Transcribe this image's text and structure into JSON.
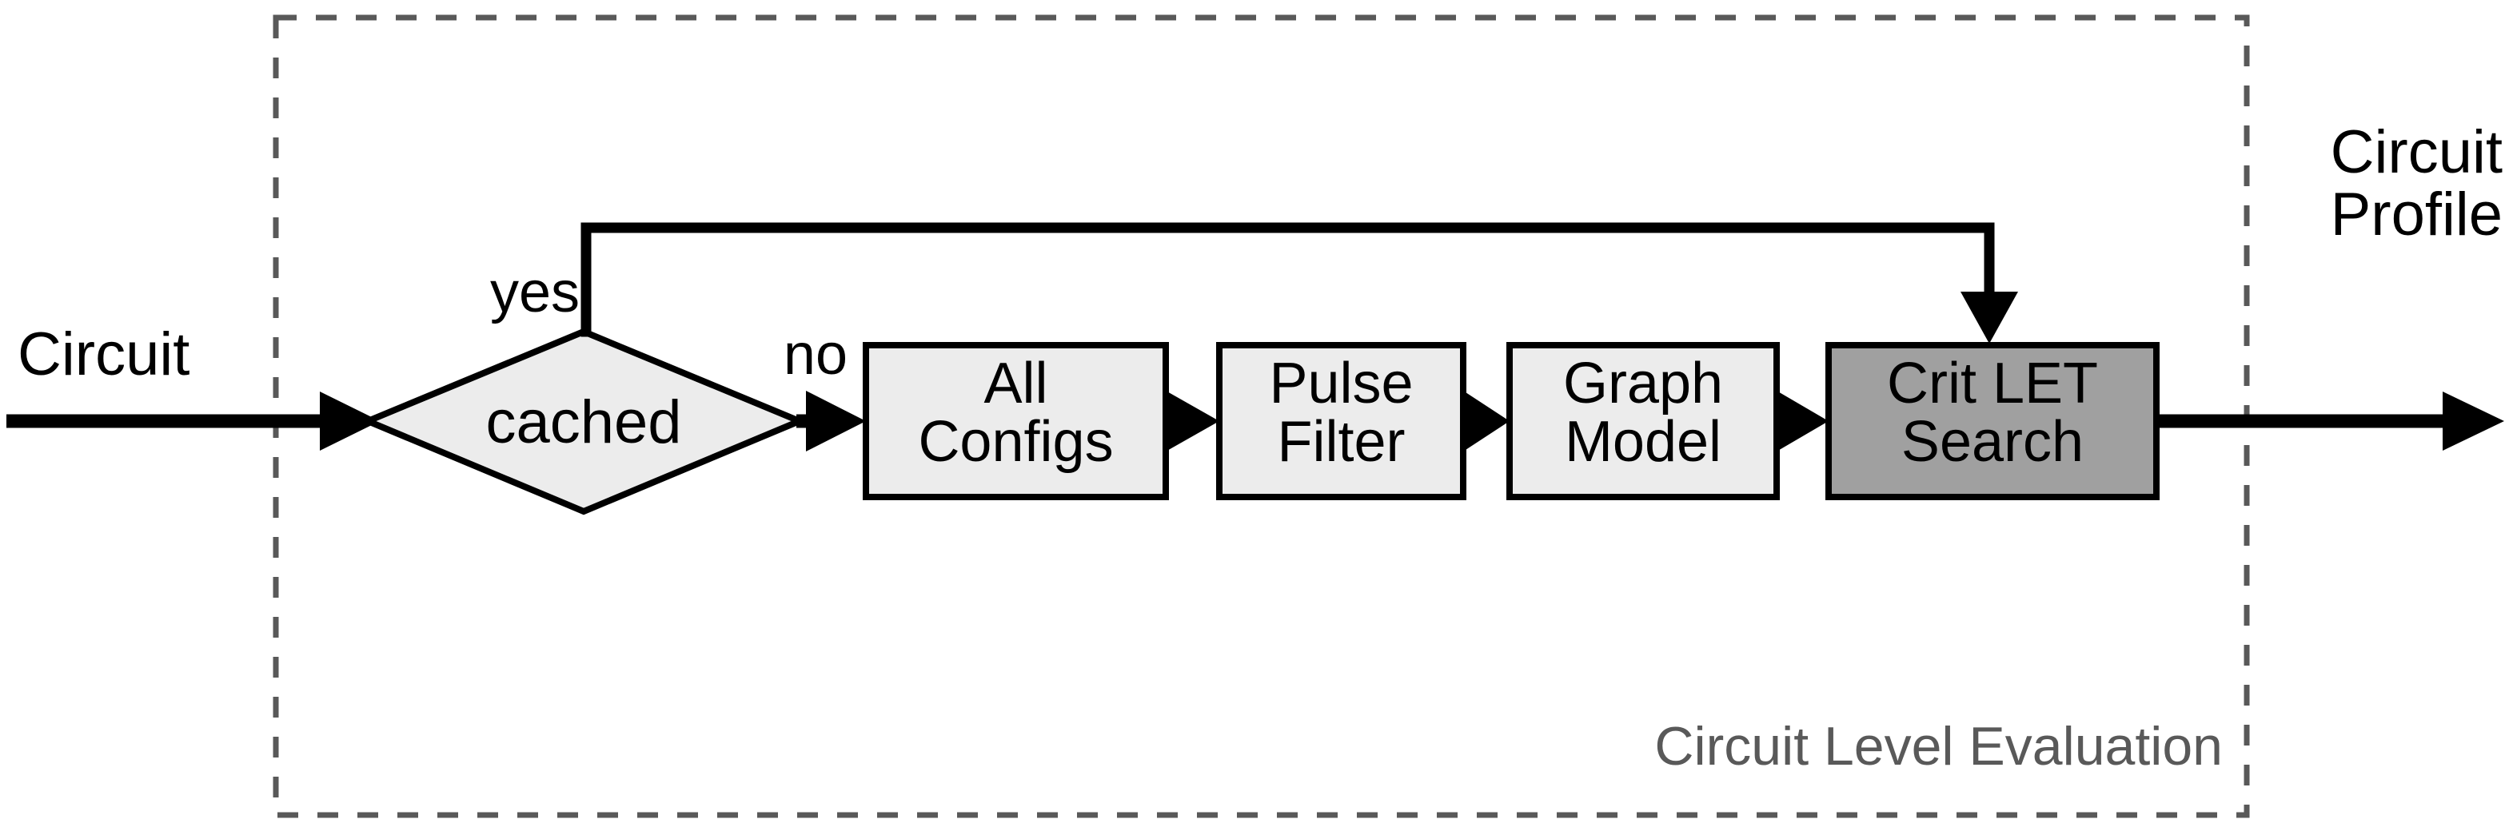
{
  "diagram": {
    "title": "Circuit Level Evaluation",
    "group_box": {
      "label": "Circuit Level Evaluation",
      "border_style": "dashed",
      "border_color": "#595959"
    },
    "colors": {
      "process_fill": "#ececec",
      "highlight_fill": "#a0a0a0",
      "stroke": "#000000",
      "group_stroke": "#595959",
      "group_text": "#595959",
      "canvas": "#ffffff"
    },
    "inputs": [
      {
        "id": "circuit-input",
        "label": "Circuit"
      }
    ],
    "outputs": [
      {
        "id": "circuit-profile-output",
        "label": "Circuit\nProfile"
      }
    ],
    "decision": {
      "id": "cached-decision",
      "label": "cached",
      "shape": "diamond",
      "fill": "#ececec"
    },
    "edge_labels": {
      "yes": "yes",
      "no": "no"
    },
    "nodes": [
      {
        "id": "all-configs",
        "label": "All\nConfigs",
        "shape": "rect",
        "fill": "#ececec"
      },
      {
        "id": "pulse-filter",
        "label": "Pulse\nFilter",
        "shape": "rect",
        "fill": "#ececec"
      },
      {
        "id": "graph-model",
        "label": "Graph\nModel",
        "shape": "rect",
        "fill": "#ececec"
      },
      {
        "id": "crit-let-search",
        "label": "Crit LET\nSearch",
        "shape": "rect",
        "fill": "#a0a0a0"
      }
    ],
    "edges": [
      {
        "from": "circuit-input",
        "to": "cached-decision",
        "label": ""
      },
      {
        "from": "cached-decision",
        "to": "all-configs",
        "label": "no"
      },
      {
        "from": "cached-decision",
        "to": "crit-let-search",
        "label": "yes"
      },
      {
        "from": "all-configs",
        "to": "pulse-filter",
        "label": ""
      },
      {
        "from": "pulse-filter",
        "to": "graph-model",
        "label": ""
      },
      {
        "from": "graph-model",
        "to": "crit-let-search",
        "label": ""
      },
      {
        "from": "crit-let-search",
        "to": "circuit-profile-output",
        "label": ""
      }
    ]
  }
}
